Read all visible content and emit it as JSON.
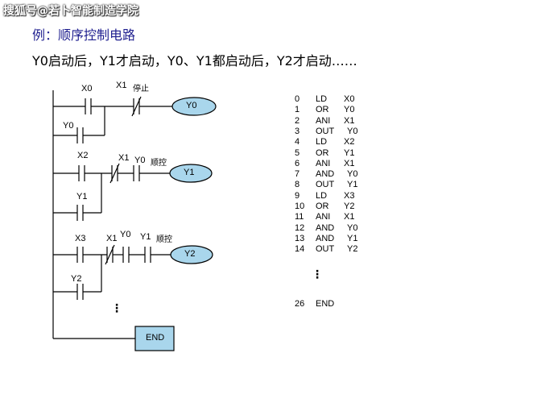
{
  "watermark": "搜狐号@若卜智能制造学院",
  "title": "例：顺序控制电路",
  "subtitle": "Y0启动后，Y1才启动，Y0、Y1都启动后，Y2才启动……",
  "ladder": {
    "rung1": {
      "c1": "X0",
      "c2": "X1",
      "c2_note": "停止",
      "c3": "Y0",
      "coil": "Y0"
    },
    "rung2": {
      "c1": "X2",
      "c2": "X1",
      "c3": "Y0",
      "c3_note": "顺控",
      "c4": "Y1",
      "coil": "Y1"
    },
    "rung3": {
      "c1": "X3",
      "c2": "X1",
      "c3": "Y0",
      "c4": "Y1",
      "c4_note": "顺控",
      "c5": "Y2",
      "coil": "Y2"
    },
    "ellipsis": "⋮",
    "end": "END"
  },
  "program": {
    "lines": [
      {
        "step": "0",
        "op": "LD",
        "arg": "X0"
      },
      {
        "step": "1",
        "op": "OR",
        "arg": "Y0"
      },
      {
        "step": "2",
        "op": "ANI",
        "arg": "X1"
      },
      {
        "step": "3",
        "op": "OUT",
        "arg": "Y0"
      },
      {
        "step": "4",
        "op": "LD",
        "arg": "X2"
      },
      {
        "step": "5",
        "op": "OR",
        "arg": "Y1"
      },
      {
        "step": "6",
        "op": "ANI",
        "arg": "X1"
      },
      {
        "step": "7",
        "op": "AND",
        "arg": "Y0"
      },
      {
        "step": "8",
        "op": "OUT",
        "arg": "Y1"
      },
      {
        "step": "9",
        "op": "LD",
        "arg": "X3"
      },
      {
        "step": "10",
        "op": "OR",
        "arg": "Y2"
      },
      {
        "step": "11",
        "op": "ANI",
        "arg": "X1"
      },
      {
        "step": "12",
        "op": "AND",
        "arg": "Y0"
      },
      {
        "step": "13",
        "op": "AND",
        "arg": "Y1"
      },
      {
        "step": "14",
        "op": "OUT",
        "arg": "Y2"
      }
    ],
    "ellipsis": "⋮",
    "last": {
      "step": "26",
      "op": "END"
    }
  },
  "colors": {
    "coil_fill": "#a9d6ec",
    "title": "#1f1f8f"
  }
}
